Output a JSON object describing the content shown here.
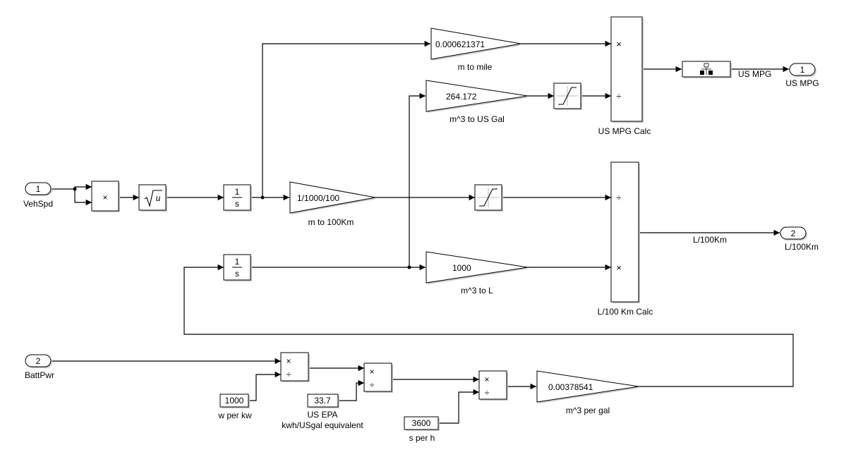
{
  "inports": [
    {
      "num": "1",
      "name": "VehSpd"
    },
    {
      "num": "2",
      "name": "BattPwr"
    }
  ],
  "outports": [
    {
      "num": "1",
      "name": "US MPG"
    },
    {
      "num": "2",
      "name": "L/100Km"
    }
  ],
  "integrators": [
    {
      "top": "1",
      "bottom": "s"
    },
    {
      "top": "1",
      "bottom": "s"
    }
  ],
  "gains": [
    {
      "value": "0.000621371",
      "name": "m to mile"
    },
    {
      "value": "264.172",
      "name": "m^3 to US Gal"
    },
    {
      "value": "1/1000/100",
      "name": "m to 100Km"
    },
    {
      "value": "1000",
      "name": "m^3 to L"
    },
    {
      "value": "0.00378541",
      "name": "m^3 per gal"
    }
  ],
  "constants": [
    {
      "value": "1000",
      "name": "w per kw"
    },
    {
      "value": "33.7",
      "name_line1": "US EPA",
      "name_line2": "kwh/USgal equivalent"
    },
    {
      "value": "3600",
      "name": "s per h"
    }
  ],
  "product_blocks": [
    {
      "name": "US MPG Calc",
      "op1": "×",
      "op2": "÷"
    },
    {
      "name": "L/100 Km Calc",
      "op1": "÷",
      "op2": "×"
    }
  ],
  "small_ops": {
    "mult": "×",
    "div": "÷"
  },
  "sqrt_label": "u",
  "signal_labels": {
    "us_mpg": "US MPG",
    "l100": "L/100Km"
  }
}
